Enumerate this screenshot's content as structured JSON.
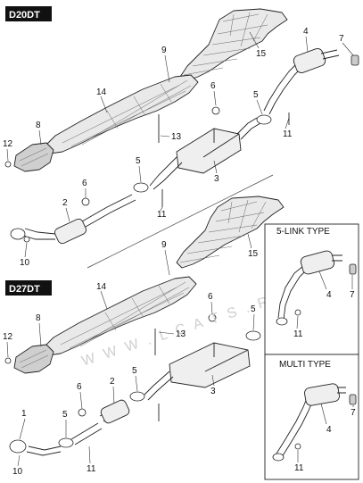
{
  "engines": {
    "top": "D20DT",
    "bottom": "D27DT"
  },
  "variants": {
    "five_link": "5-LINK TYPE",
    "multi": "MULTI TYPE"
  },
  "watermark": "W W W . L C A T S . R U",
  "callouts": {
    "top": [
      "9",
      "15",
      "4",
      "7",
      "14",
      "6",
      "5",
      "8",
      "13",
      "11",
      "12",
      "5",
      "3",
      "6",
      "2",
      "11",
      "10"
    ],
    "bottom": [
      "9",
      "15",
      "14",
      "6",
      "5",
      "8",
      "13",
      "12",
      "5",
      "3",
      "6",
      "2",
      "1",
      "5",
      "11",
      "10"
    ],
    "five_link": [
      "4",
      "7",
      "11"
    ],
    "multi": [
      "4",
      "7",
      "11"
    ]
  }
}
